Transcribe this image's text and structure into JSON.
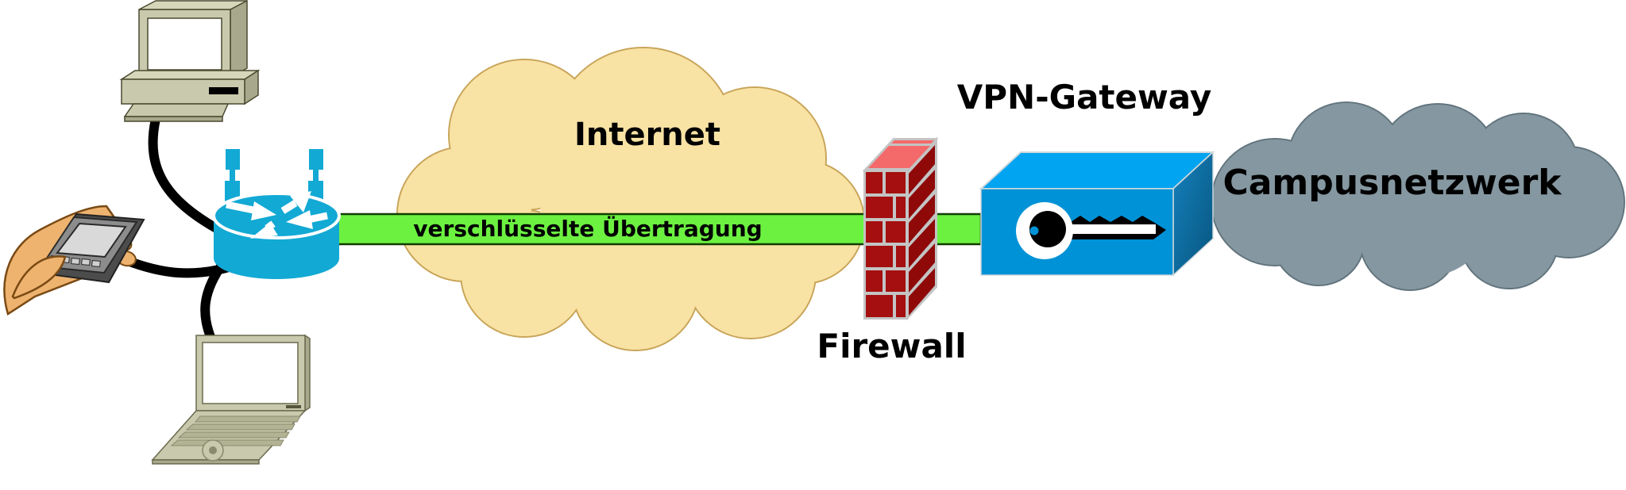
{
  "diagram": {
    "title_implied": "VPN connection from remote devices to campus network",
    "labels": {
      "internet": "Internet",
      "encrypted_link": "verschlüsselte Übertragung",
      "vpn_gateway": "VPN-Gateway",
      "firewall": "Firewall",
      "campus_network": "Campusnetzwerk"
    },
    "nodes": [
      {
        "id": "desktop-computer",
        "kind": "desktop computer clip-art",
        "label": ""
      },
      {
        "id": "handheld-pda",
        "kind": "hand holding PDA clip-art",
        "label": ""
      },
      {
        "id": "laptop",
        "kind": "laptop clip-art",
        "label": ""
      },
      {
        "id": "wireless-router",
        "kind": "cyan router cylinder with two antennas and four white arrows",
        "label": ""
      },
      {
        "id": "internet-cloud",
        "kind": "beige cloud",
        "label": "Internet"
      },
      {
        "id": "firewall",
        "kind": "red brick wall",
        "label": "Firewall"
      },
      {
        "id": "vpn-gateway",
        "kind": "blue 3D box with key icon",
        "label": "VPN-Gateway"
      },
      {
        "id": "campus-network-cloud",
        "kind": "gray cloud",
        "label": "Campusnetzwerk"
      }
    ],
    "edges": [
      {
        "from": "desktop-computer",
        "to": "wireless-router",
        "style": "black cable"
      },
      {
        "from": "handheld-pda",
        "to": "wireless-router",
        "style": "black cable"
      },
      {
        "from": "laptop",
        "to": "wireless-router",
        "style": "black cable"
      },
      {
        "from": "wireless-router",
        "to": "vpn-gateway",
        "style": "green band through Internet cloud and Firewall",
        "label": "verschlüsselte Übertragung"
      },
      {
        "from": "vpn-gateway",
        "to": "campus-network-cloud",
        "style": "adjacent"
      }
    ],
    "colors": {
      "router_cyan": "#12A9D4",
      "gateway_front_blue": "#0092D6",
      "gateway_top_blue": "#00A4F0",
      "gateway_side_blue": "#0B6FA6",
      "link_green": "#6CF141",
      "firewall_front_red": "#A50F0F",
      "firewall_side_red": "#8F0909",
      "firewall_top_pink": "#F46A6A",
      "mortar_gray": "#C4C4C4",
      "internet_cloud_beige": "#F8E2A4",
      "campus_cloud_gray": "#8597A0",
      "device_khaki": "#C9C9AC",
      "hand_tan": "#EDB36F",
      "cable_black": "#000000",
      "text_black": "#000000",
      "background": "#FFFFFF"
    }
  }
}
